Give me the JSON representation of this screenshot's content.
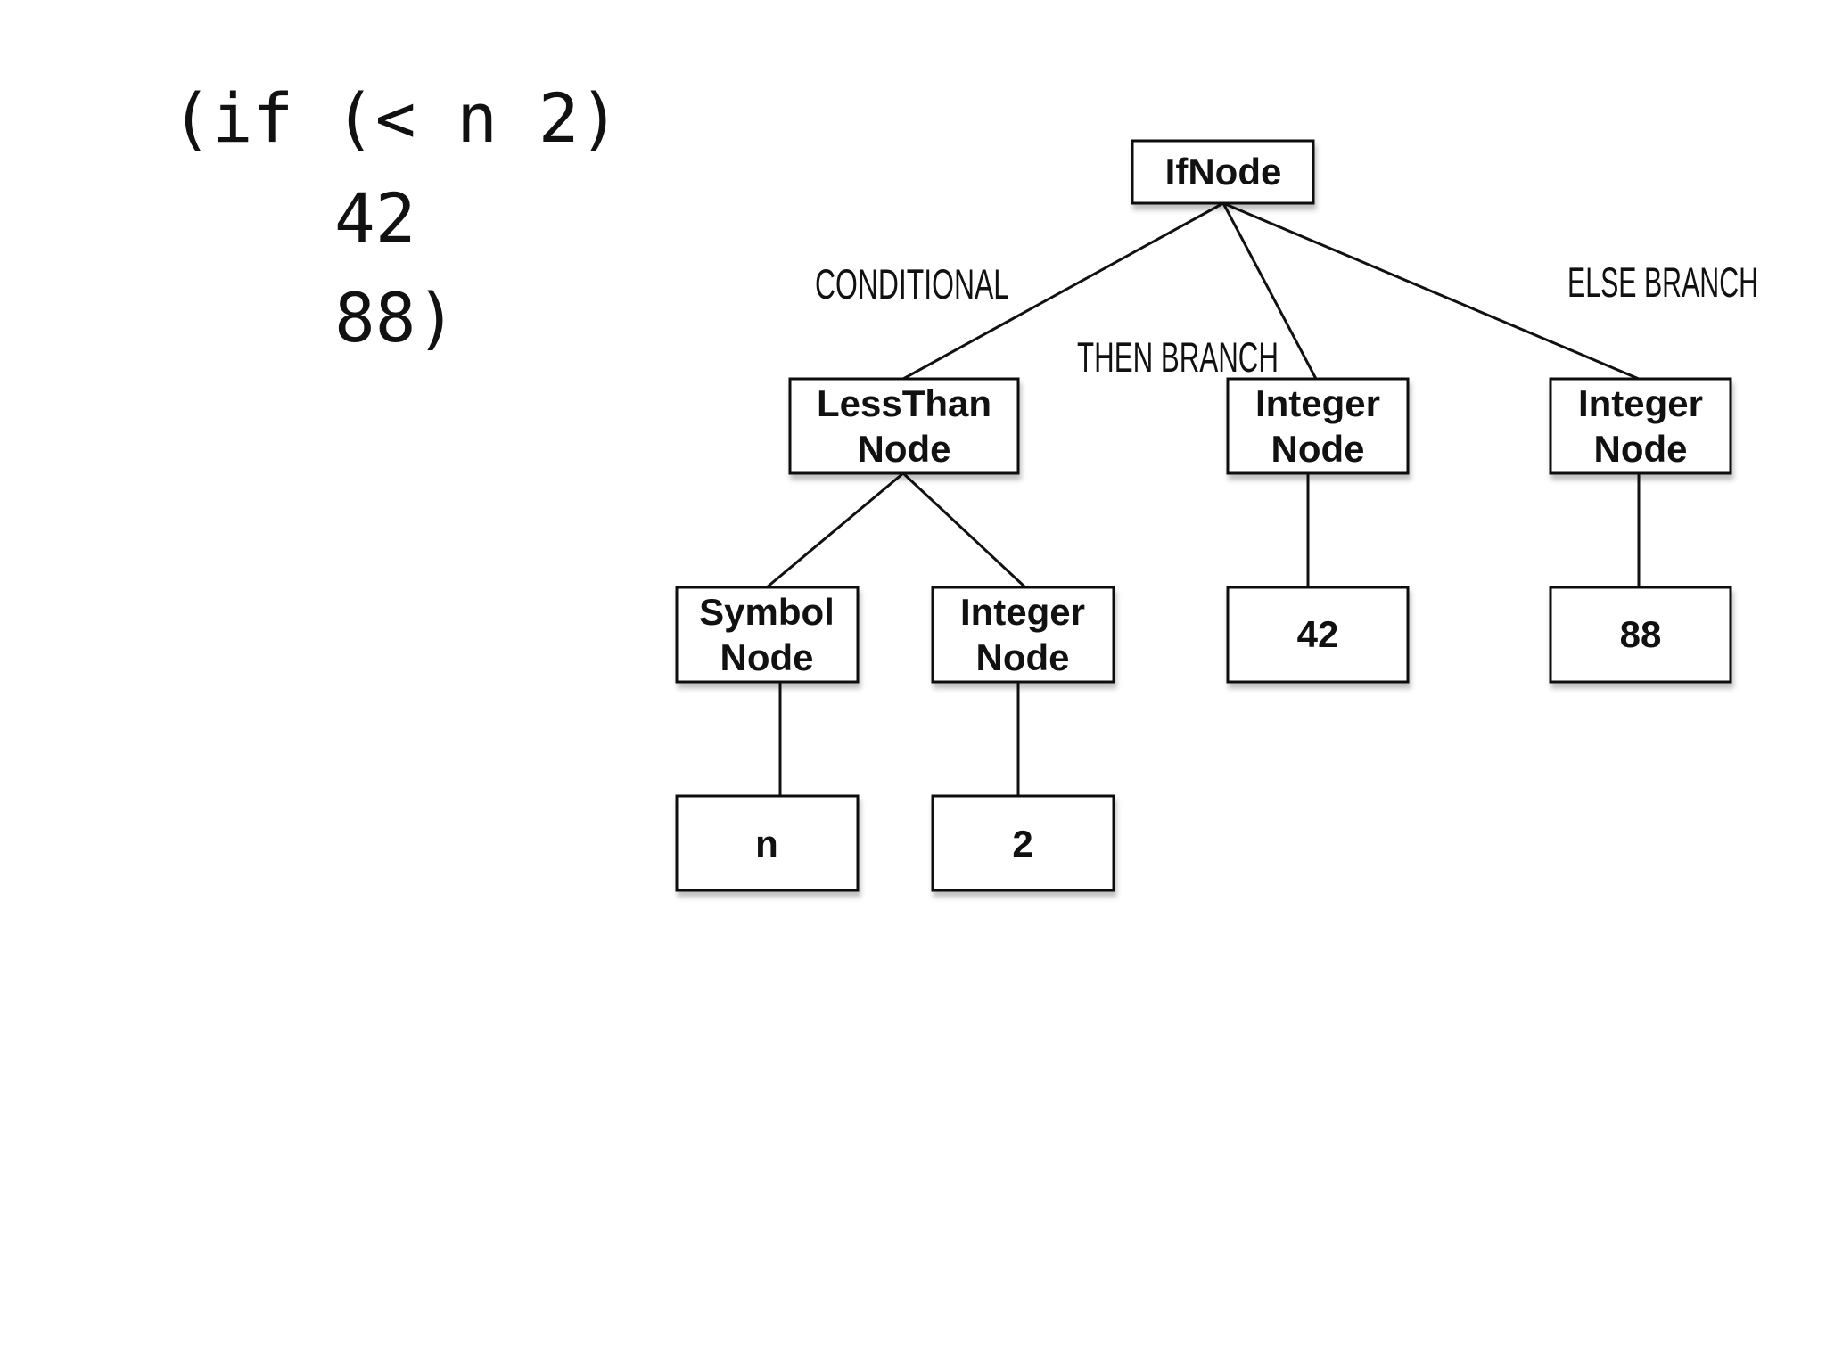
{
  "code": {
    "lines": [
      "(if (< n 2)",
      "    42",
      "    88)"
    ]
  },
  "tree": {
    "root": {
      "lines": [
        "IfNode"
      ]
    },
    "conditional": {
      "lines": [
        "LessThan",
        "Node"
      ]
    },
    "then_node": {
      "lines": [
        "Integer",
        "Node"
      ]
    },
    "else_node": {
      "lines": [
        "Integer",
        "Node"
      ]
    },
    "symbol_node": {
      "lines": [
        "Symbol",
        "Node"
      ]
    },
    "cond_int_node": {
      "lines": [
        "Integer",
        "Node"
      ]
    },
    "then_value": {
      "lines": [
        "42"
      ]
    },
    "else_value": {
      "lines": [
        "88"
      ]
    },
    "symbol_value": {
      "lines": [
        "n"
      ]
    },
    "int_value": {
      "lines": [
        "2"
      ]
    }
  },
  "edge_labels": {
    "conditional": "CONDITIONAL",
    "then_branch": "THEN BRANCH",
    "else_branch": "ELSE BRANCH"
  },
  "colors": {
    "stroke": "#111111",
    "background": "#ffffff"
  }
}
